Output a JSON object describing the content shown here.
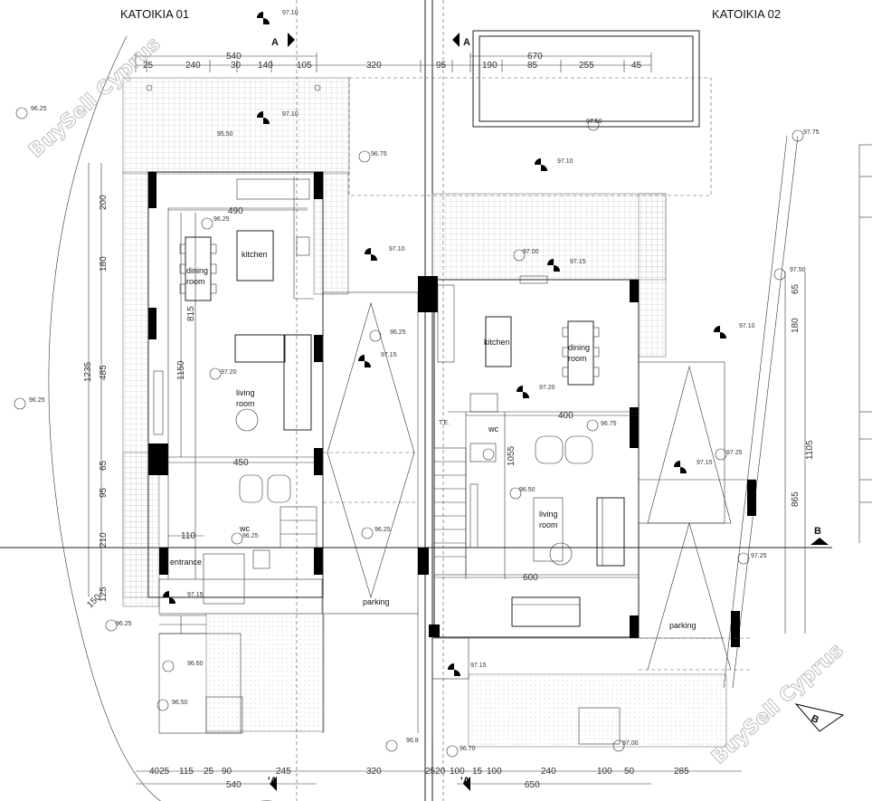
{
  "titles": {
    "house1": "KATOIKIA 01",
    "house2": "KATOIKIA 02"
  },
  "sections": {
    "a_top_left": "A",
    "a_top_right": "A",
    "a_bottom_left": "'A",
    "a_bottom_right": "'A",
    "b_right": "B",
    "b_bottom": "B"
  },
  "watermark": {
    "top": "BuySell Cyprus",
    "bottom": "BuySell Cyprus"
  },
  "rooms": {
    "dining1": "dining",
    "dining1b": "room",
    "kitchen1": "kitchen",
    "living1": "living",
    "living1b": "room",
    "wc1": "wc",
    "entrance1": "entrance",
    "parking1": "parking",
    "kitchen2": "kitchen",
    "dining2": "dining",
    "dining2b": "room",
    "living2": "living",
    "living2b": "room",
    "wc2": "wc",
    "te2": "T.E.",
    "parking2": "parking"
  },
  "dims_top": {
    "d540": "540",
    "d670": "670",
    "s1": "25",
    "s2": "240",
    "s3": "30",
    "s4": "140",
    "s5": "105",
    "s6": "320",
    "s7": "95",
    "s8": "190",
    "s9": "85",
    "s10": "255",
    "s11": "45"
  },
  "dims_bottom": {
    "d540": "540",
    "d650": "650",
    "b1": "4025",
    "b2": "115",
    "b3": "25",
    "b4": "90",
    "b5": "245",
    "b6": "320",
    "b7": "2520",
    "b8": "100",
    "b9": "15",
    "b10": "100",
    "b11": "240",
    "b12": "100",
    "b13": "50",
    "b14": "285"
  },
  "dims_left": {
    "l1235": "1235",
    "l200": "200",
    "l180": "180",
    "l485": "485",
    "l65": "65",
    "l95": "95",
    "l210": "210",
    "l125": "125",
    "l150": "150",
    "l815": "815",
    "l1150": "1150"
  },
  "dims_right": {
    "r65": "65",
    "r180": "180",
    "r1105": "1105",
    "r865": "865",
    "r1055": "1055"
  },
  "dims_inner": {
    "d490": "490",
    "d450": "450",
    "d110": "110",
    "d400": "400",
    "d600": "600"
  },
  "levels": {
    "v1": "97.10",
    "v2": "97.10",
    "v3": "96.25",
    "v4": "95.50",
    "v5": "96.75",
    "v6": "97.50",
    "v7": "97.10",
    "v8": "97.75",
    "v9": "96.25",
    "v10": "97.10",
    "v11": "97.00",
    "v12": "97.15",
    "v13": "97.50",
    "v14": "96.25",
    "v15": "97.15",
    "v16": "97.10",
    "v17": "97.20",
    "v18": "96.25",
    "v19": "97.20",
    "v20": "96.75",
    "v21": "97.25",
    "v22": "97.15",
    "v23": "96.50",
    "v24": "96.25",
    "v25": "97.25",
    "v26": "96.25",
    "v27": "97.15",
    "v28": "96.25",
    "v29": "96.60",
    "v30": "96.50",
    "v31": "97.15",
    "v32": "96.70",
    "v33": "97.00",
    "v34": "96.8"
  }
}
